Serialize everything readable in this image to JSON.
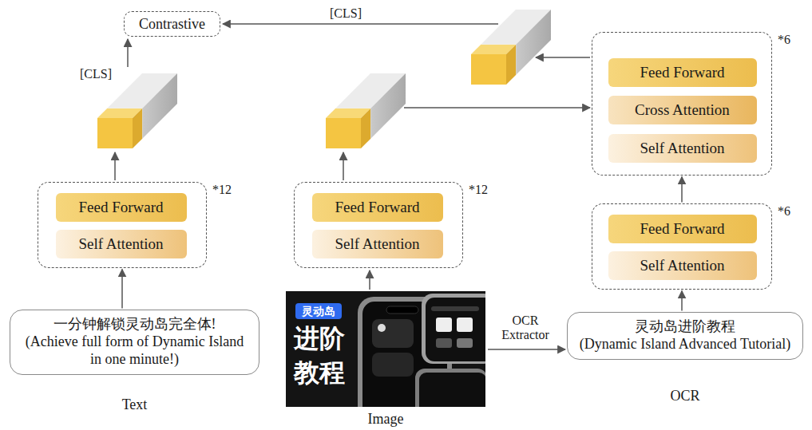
{
  "diagram": {
    "nodes": [
      {
        "text": [
          "Contrastive"
        ]
      },
      {
        "text": [
          "*6"
        ]
      },
      {
        "text": [
          "Feed Forward"
        ],
        "in": 1
      },
      {
        "text": [
          "Cross Attention"
        ],
        "in": 1
      },
      {
        "text": [
          "Self Attention"
        ],
        "in": 1
      },
      {
        "text": [
          "*12"
        ]
      },
      {
        "text": [
          "Feed Forward"
        ],
        "in": 5
      },
      {
        "text": [
          "Self Attention"
        ],
        "in": 5
      },
      {
        "text": [
          "*12"
        ]
      },
      {
        "text": [
          "Feed Forward"
        ],
        "in": 8
      },
      {
        "text": [
          "Self Attention"
        ],
        "in": 8
      },
      {
        "text": [
          "*6"
        ]
      },
      {
        "text": [
          "Feed Forward"
        ],
        "in": 11
      },
      {
        "text": [
          "Self Attention"
        ],
        "in": 11
      },
      {
        "text": [
          "一分钟解锁灵动岛完全体!",
          "(Achieve full form of Dynamic Island in one minute!)",
          "Text"
        ]
      },
      {
        "text": [
          "灵动岛进阶教程",
          "(Dynamic Island Advanced Tutorial)",
          "OCR"
        ]
      }
    ],
    "edges": [
      {
        "from": 14,
        "to": 5,
        "arrow": "to"
      },
      {
        "from": 15,
        "to": 11,
        "arrow": "to"
      },
      {
        "from": 11,
        "to": 1,
        "arrow": "to"
      }
    ],
    "labels": [
      "[CLS]",
      "[CLS]",
      "OCR Extractor",
      "灵动岛",
      "进阶",
      "教程",
      "Image"
    ]
  }
}
